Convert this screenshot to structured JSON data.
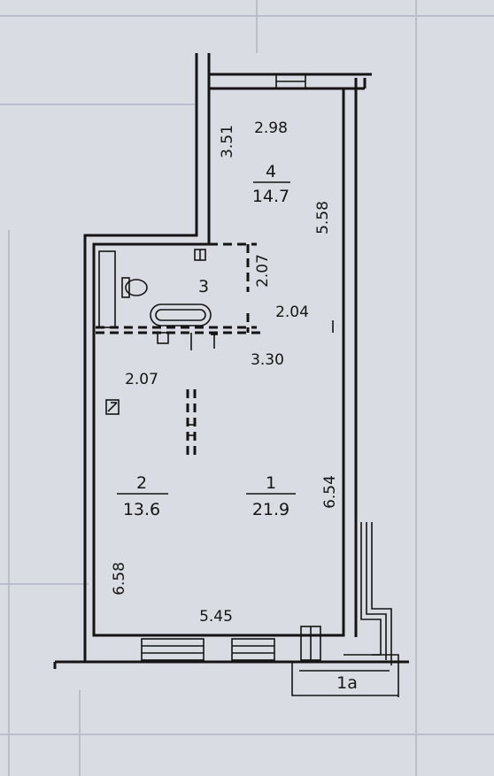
{
  "plan": {
    "rooms": [
      {
        "id": "room-1",
        "number": "1",
        "area": "21.9"
      },
      {
        "id": "room-2",
        "number": "2",
        "area": "13.6"
      },
      {
        "id": "room-3",
        "number": "3"
      },
      {
        "id": "room-4",
        "number": "4",
        "area": "14.7"
      },
      {
        "id": "room-1a",
        "number": "1а"
      }
    ],
    "dimensions": {
      "d298": "2.98",
      "d351": "3.51",
      "d558": "5.58",
      "d207a": "2.07",
      "d204": "2.04",
      "d330": "3.30",
      "d207b": "2.07",
      "d654": "6.54",
      "d658": "6.58",
      "d545": "5.45"
    }
  }
}
